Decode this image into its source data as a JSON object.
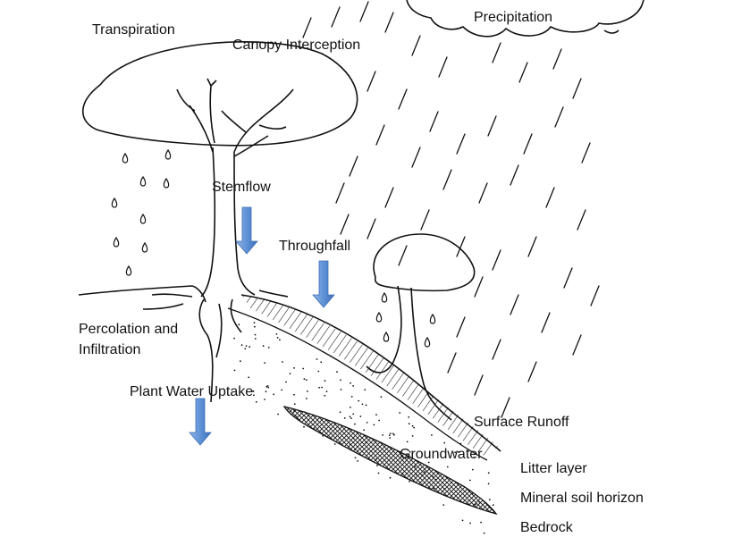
{
  "labels": {
    "precipitation": "Precipitation",
    "transpiration": "Transpiration",
    "canopy_interception": "Canopy Interception",
    "stemflow": "Stemflow",
    "throughfall": "Throughfall",
    "percolation": "Percolation and Infiltration",
    "plant_water_uptake": "Plant Water Uptake",
    "surface_runoff": "Surface Runoff",
    "groundwater": "Groundwater",
    "litter_layer": "Litter layer",
    "mineral_soil_horizon": "Mineral soil horizon",
    "bedrock": "Bedrock"
  },
  "colors": {
    "ink": "#111111",
    "arrow_light": "#8fb4e3",
    "arrow_dark": "#3f6fb8"
  },
  "icons": [
    "cloud-icon",
    "tree-icon",
    "sapling-icon",
    "rain-icon",
    "drop-icon",
    "down-arrow-icon"
  ]
}
